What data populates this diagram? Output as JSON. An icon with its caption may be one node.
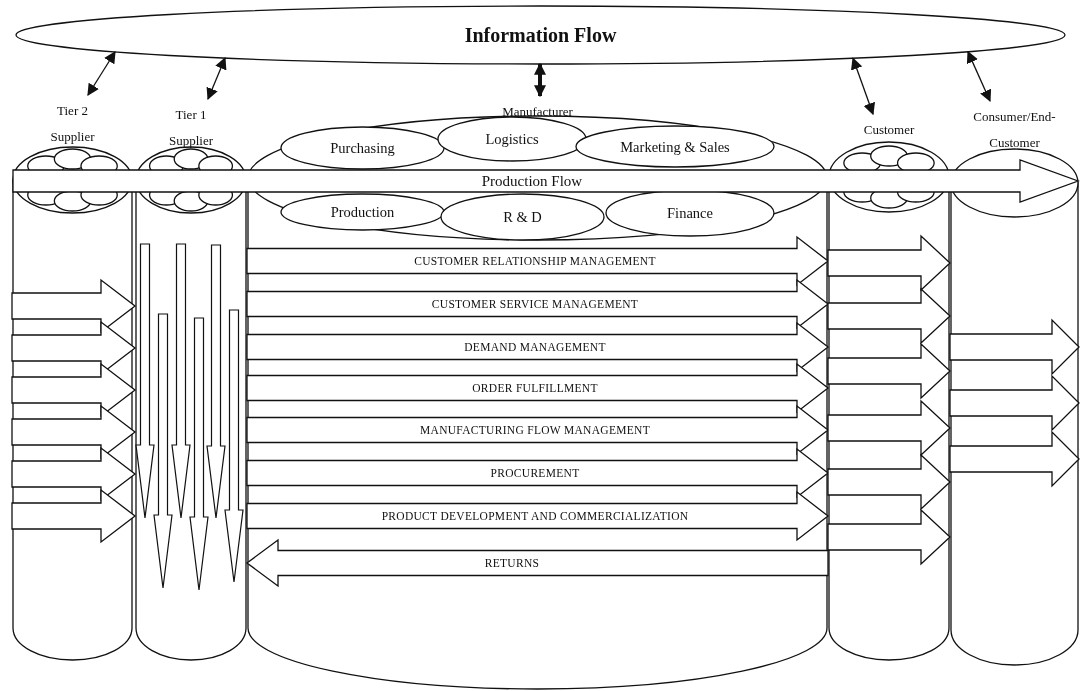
{
  "diagram": {
    "nodes": [
      {
        "text": [
          "Information Flow"
        ]
      },
      {
        "text": [
          "Tier 2 Supplier"
        ]
      },
      {
        "text": [
          "Tier 1 Supplier"
        ]
      },
      {
        "text": [
          "Manufacturer"
        ]
      },
      {
        "text": [
          "Purchasing"
        ]
      },
      {
        "text": [
          "Logistics"
        ]
      },
      {
        "text": [
          "Marketing & Sales"
        ]
      },
      {
        "text": [
          "Production"
        ],
        "in": 3
      },
      {
        "text": [
          "R & D"
        ],
        "in": 3
      },
      {
        "text": [
          "Finance"
        ],
        "in": 3
      },
      {
        "text": [
          "Customer"
        ]
      },
      {
        "text": [
          "Consumer/End-Customer"
        ]
      },
      {
        "text": [
          "Production Flow"
        ]
      }
    ],
    "edges": [
      {
        "from": 0,
        "to": 1,
        "arrow": "both"
      },
      {
        "from": 0,
        "to": 2,
        "arrow": "both"
      },
      {
        "from": 0,
        "to": 3,
        "arrow": "both",
        "style": "thick"
      },
      {
        "from": 0,
        "to": 10,
        "arrow": "both"
      },
      {
        "from": 0,
        "to": 11,
        "arrow": "both"
      },
      {
        "from": 2,
        "to": 10,
        "arrow": "to",
        "label": "CUSTOMER RELATIONSHIP MANAGEMENT"
      },
      {
        "from": 2,
        "to": 10,
        "arrow": "to",
        "label": "CUSTOMER SERVICE MANAGEMENT"
      },
      {
        "from": 2,
        "to": 10,
        "arrow": "to",
        "label": "DEMAND MANAGEMENT"
      },
      {
        "from": 2,
        "to": 10,
        "arrow": "to",
        "label": "ORDER FULFILLMENT"
      },
      {
        "from": 2,
        "to": 10,
        "arrow": "to",
        "label": "MANUFACTURING FLOW MANAGEMENT"
      },
      {
        "from": 2,
        "to": 10,
        "arrow": "to",
        "label": "PROCUREMENT"
      },
      {
        "from": 2,
        "to": 10,
        "arrow": "to",
        "label": "PRODUCT DEVELOPMENT AND COMMERCIALIZATION"
      },
      {
        "from": 10,
        "to": 2,
        "arrow": "to",
        "label": "RETURNS"
      },
      {
        "from": 1,
        "to": 2,
        "arrow": "to"
      },
      {
        "from": 1,
        "to": 2,
        "arrow": "to"
      },
      {
        "from": 1,
        "to": 2,
        "arrow": "to"
      },
      {
        "from": 1,
        "to": 2,
        "arrow": "to"
      },
      {
        "from": 1,
        "to": 2,
        "arrow": "to"
      },
      {
        "from": 1,
        "to": 2,
        "arrow": "to"
      },
      {
        "from": 3,
        "to": 11,
        "arrow": "to"
      },
      {
        "from": 3,
        "to": 11,
        "arrow": "to"
      },
      {
        "from": 3,
        "to": 11,
        "arrow": "to"
      },
      {
        "from": 3,
        "to": 11,
        "arrow": "to"
      },
      {
        "from": 3,
        "to": 11,
        "arrow": "to"
      },
      {
        "from": 3,
        "to": 11,
        "arrow": "to"
      },
      {
        "from": 10,
        "to": null,
        "arrow": "to"
      },
      {
        "from": 10,
        "to": null,
        "arrow": "to"
      },
      {
        "from": 10,
        "to": null,
        "arrow": "to"
      }
    ]
  }
}
